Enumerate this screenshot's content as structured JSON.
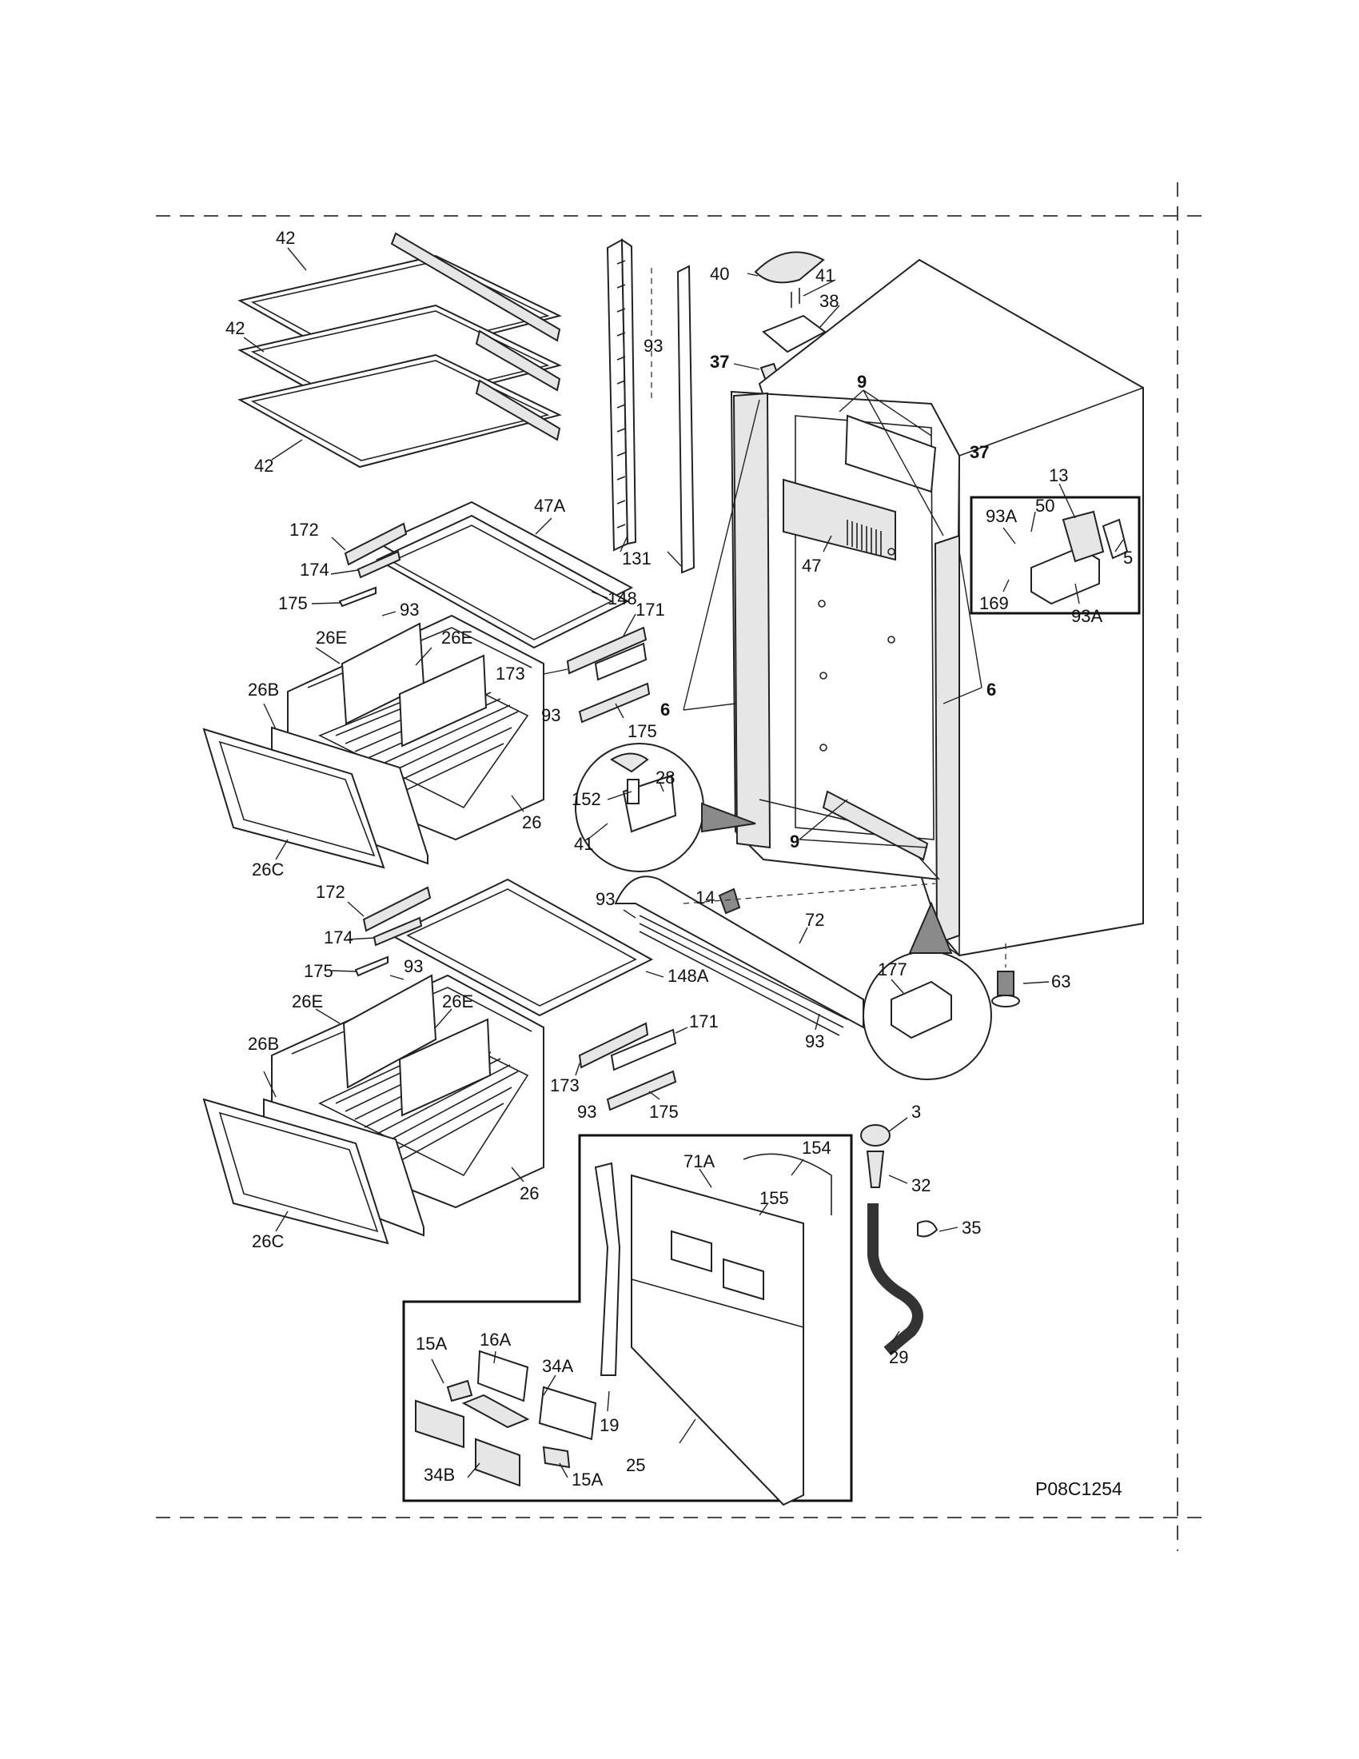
{
  "drawing_code": "P08C1254",
  "labels": {
    "l42a": "42",
    "l42b": "42",
    "l42c": "42",
    "l47A": "47A",
    "l172a": "172",
    "l174a": "174",
    "l175a": "175",
    "l93a": "93",
    "l148": "148",
    "l26Ea": "26E",
    "l26Eb": "26E",
    "l26Ba": "26B",
    "l171a": "171",
    "l173a": "173",
    "l93b": "93",
    "l175b": "175",
    "l26a": "26",
    "l26Ca": "26C",
    "l172b": "172",
    "l174b": "174",
    "l175c": "175",
    "l93c": "93",
    "l148A": "148A",
    "l26Ec": "26E",
    "l26Ed": "26E",
    "l26Bb": "26B",
    "l171b": "171",
    "l173b": "173",
    "l93d": "93",
    "l175d": "175",
    "l26b": "26",
    "l26Cb": "26C",
    "l93e": "93",
    "l131": "131",
    "l40": "40",
    "l41a": "41",
    "l38": "38",
    "l37a": "37",
    "l9a": "9",
    "l37b": "37",
    "l13": "13",
    "l93Aa": "93A",
    "l50": "50",
    "l5": "5",
    "l169": "169",
    "l93Ab": "93A",
    "l47": "47",
    "l6a": "6",
    "l6b": "6",
    "l152": "152",
    "l28": "28",
    "l41b": "41",
    "l14": "14",
    "l9b": "9",
    "l93f": "93",
    "l72": "72",
    "l177": "177",
    "l93g": "93",
    "l63": "63",
    "l3": "3",
    "l32": "32",
    "l35": "35",
    "l29": "29",
    "l71A": "71A",
    "l154": "154",
    "l155": "155",
    "l19": "19",
    "l25": "25",
    "l15Aa": "15A",
    "l16A": "16A",
    "l34A": "34A",
    "l34B": "34B",
    "l15Ab": "15A"
  }
}
